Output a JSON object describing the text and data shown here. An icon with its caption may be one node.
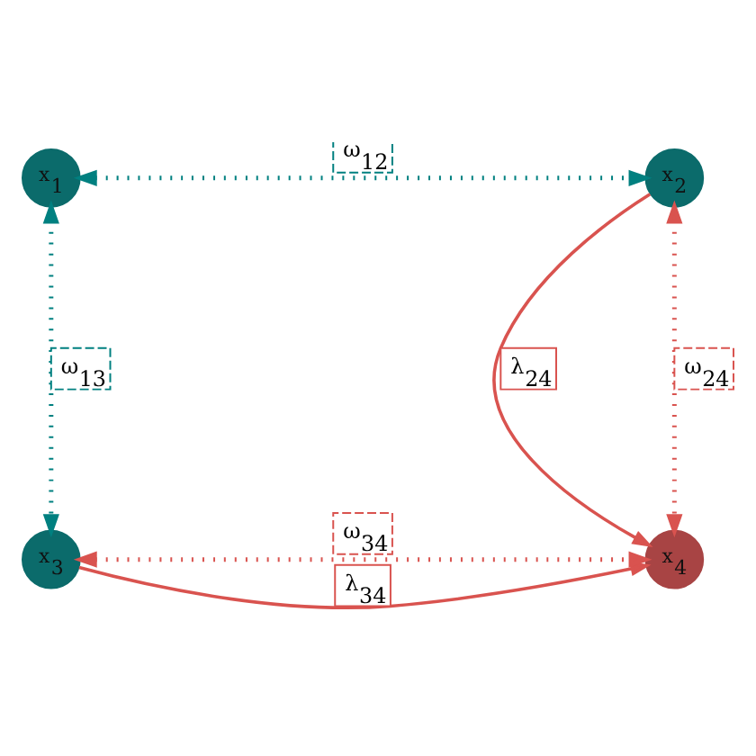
{
  "diagram": {
    "nodes": [
      {
        "text": [
          "x$_{1}$"
        ]
      },
      {
        "text": [
          "x$_{2}$"
        ]
      },
      {
        "text": [
          "x$_{3}$"
        ]
      },
      {
        "text": [
          "x$_{4}$"
        ]
      }
    ],
    "edges": [
      {
        "from": 0,
        "to": 1,
        "arrow": "both",
        "label": "ω$_{12}$",
        "style": "dashed",
        "color": "#008080"
      },
      {
        "from": 0,
        "to": 2,
        "arrow": "both",
        "label": "ω$_{13}$",
        "style": "dashed",
        "color": "#008080"
      },
      {
        "from": 1,
        "to": 3,
        "arrow": "to",
        "label": "λ$_{24}$"
      },
      {
        "from": 1,
        "to": 3,
        "arrow": "both",
        "label": "ω$_{24}$",
        "style": "dashed"
      },
      {
        "from": 2,
        "to": 3,
        "arrow": "to",
        "label": "λ$_{34}$"
      },
      {
        "from": 2,
        "to": 3,
        "arrow": "both",
        "label": "ω$_{34}$",
        "style": "dashed"
      }
    ]
  }
}
